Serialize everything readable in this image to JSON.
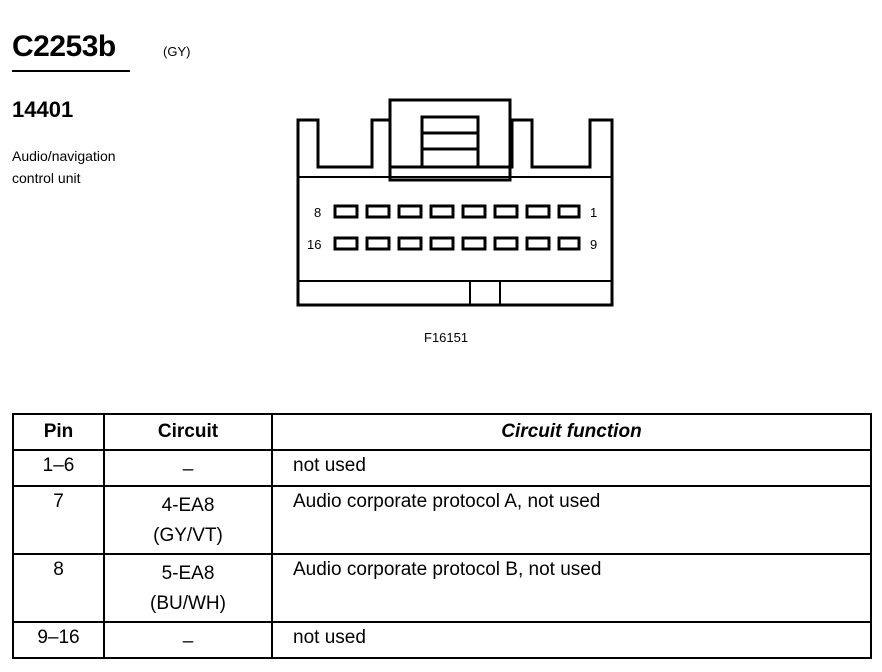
{
  "connector": {
    "id": "C2253b",
    "color": "(GY)",
    "part_number": "14401",
    "name_line1": "Audio/navigation",
    "name_line2": "control unit",
    "figure_ref": "F16151",
    "pin_labels": {
      "top_left": "8",
      "top_right": "1",
      "bottom_left": "16",
      "bottom_right": "9"
    }
  },
  "table": {
    "headers": {
      "pin": "Pin",
      "circuit": "Circuit",
      "function": "Circuit function"
    },
    "rows": [
      {
        "pin": "1–6",
        "circuit": "–",
        "circuit_color": "",
        "function": "not used"
      },
      {
        "pin": "7",
        "circuit": "4-EA8",
        "circuit_color": "(GY/VT)",
        "function": "Audio corporate protocol A, not used"
      },
      {
        "pin": "8",
        "circuit": "5-EA8",
        "circuit_color": "(BU/WH)",
        "function": "Audio corporate protocol B, not used"
      },
      {
        "pin": "9–16",
        "circuit": "–",
        "circuit_color": "",
        "function": "not used"
      }
    ]
  }
}
